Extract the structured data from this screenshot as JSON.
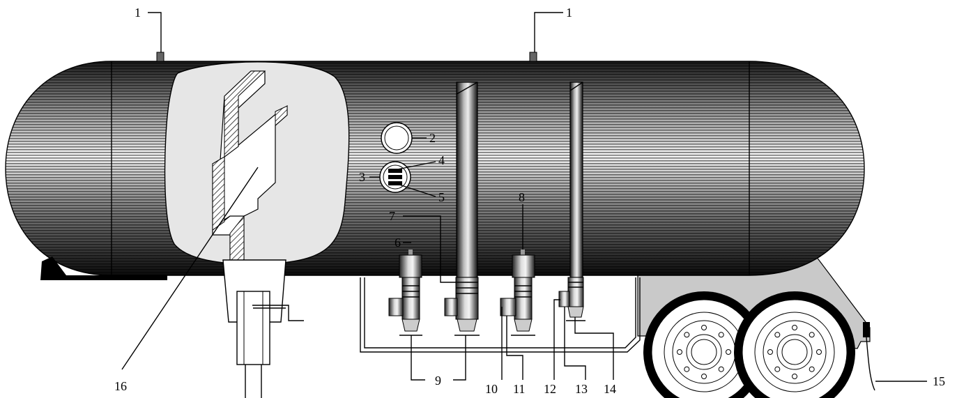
{
  "labels": {
    "l1a": "1",
    "l1b": "1",
    "l2": "2",
    "l3": "3",
    "l4": "4",
    "l5": "5",
    "l6": "6",
    "l7": "7",
    "l8": "8",
    "l9": "9",
    "l10": "10",
    "l11": "11",
    "l12": "12",
    "l13": "13",
    "l14": "14",
    "l15": "15",
    "l16": "16"
  },
  "colors": {
    "tank_dark": "#000000",
    "tank_light": "#ffffff",
    "cutaway_fill": "#e6e6e6",
    "chassis_fill": "#c9c9c9",
    "tire": "#000000"
  }
}
